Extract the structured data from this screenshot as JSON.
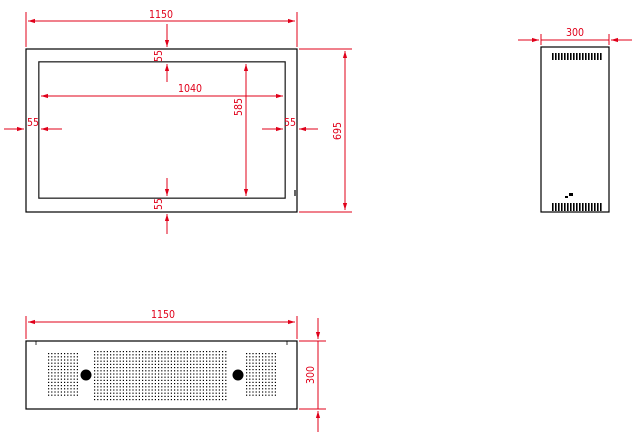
{
  "drawing": {
    "front_view": {
      "overall_width": "1150",
      "inner_width": "1040",
      "overall_height": "695",
      "inner_height": "585",
      "margin_top": "55",
      "margin_bottom": "55",
      "margin_left": "55",
      "margin_right": "55"
    },
    "side_view": {
      "depth": "300"
    },
    "bottom_view": {
      "width": "1150",
      "depth": "300"
    }
  },
  "colors": {
    "dimension": "#e0001a",
    "outline": "#000000"
  }
}
